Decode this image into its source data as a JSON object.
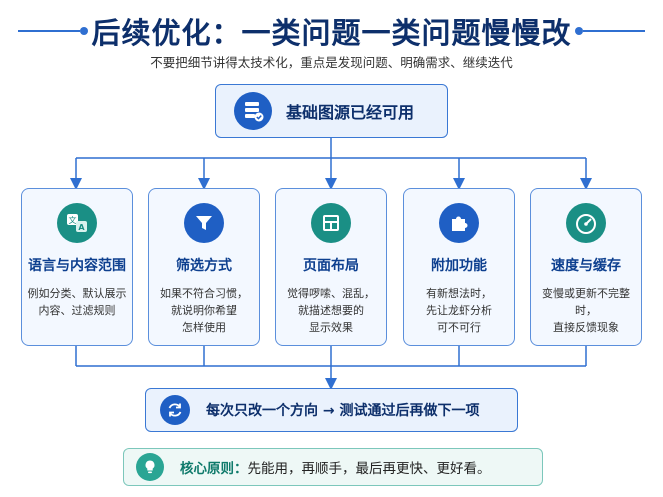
{
  "title": "后续优化：一类问题一类问题慢慢改",
  "subtitle": "不要把细节讲得太技术化，重点是发现问题、明确需求、继续迭代",
  "root": {
    "label": "基础图源已经可用",
    "icon": "server-check-icon"
  },
  "cards": [
    {
      "title": "语言与内容范围",
      "desc": [
        "例如分类、默认展示",
        "内容、过滤规则"
      ],
      "icon": "translate-icon",
      "color": "#1a8f85"
    },
    {
      "title": "筛选方式",
      "desc": [
        "如果不符合习惯，",
        "就说明你希望",
        "怎样使用"
      ],
      "icon": "filter-icon",
      "color": "#1f5fc4"
    },
    {
      "title": "页面布局",
      "desc": [
        "觉得啰嗦、混乱，",
        "就描述想要的",
        "显示效果"
      ],
      "icon": "layout-icon",
      "color": "#1a8f85"
    },
    {
      "title": "附加功能",
      "desc": [
        "有新想法时，",
        "先让龙虾分析",
        "可不可行"
      ],
      "icon": "puzzle-icon",
      "color": "#1f5fc4"
    },
    {
      "title": "速度与缓存",
      "desc": [
        "变慢或更新不完整时，",
        "直接反馈现象"
      ],
      "icon": "speedometer-icon",
      "color": "#1a8f85"
    }
  ],
  "step": {
    "label": "每次只改一个方向 → 测试通过后再做下一项",
    "icon": "refresh-icon"
  },
  "core": {
    "label_strong": "核心原则：",
    "label_rest": "先能用，再顺手，最后再更快、更好看。",
    "icon": "lightbulb-icon"
  }
}
